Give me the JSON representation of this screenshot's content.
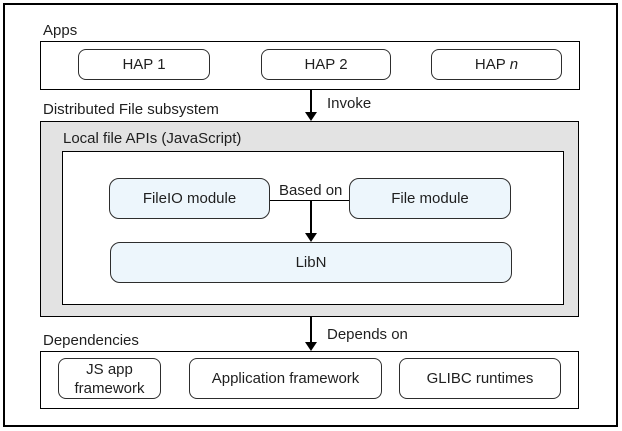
{
  "diagram": {
    "apps": {
      "label": "Apps",
      "hap1": "HAP 1",
      "hap2": "HAP 2",
      "hapn_text": "HAP",
      "hapn_var": "n"
    },
    "invoke": {
      "label": "Invoke"
    },
    "subsystem": {
      "label": "Distributed File subsystem",
      "api_label": "Local file APIs (JavaScript)",
      "fileio_module": "FileIO module",
      "based_on": "Based on",
      "file_module": "File module",
      "libn": "LibN"
    },
    "depends": {
      "label": "Depends on"
    },
    "dependencies": {
      "label": "Dependencies",
      "js_app_framework": "JS app framework",
      "application_framework": "Application framework",
      "glibc_runtimes": "GLIBC runtimes"
    }
  },
  "colors": {
    "module_fill": "#edf6fc",
    "subsystem_fill": "#e3e3e3",
    "border": "#000000",
    "text": "#1f1f1f"
  }
}
